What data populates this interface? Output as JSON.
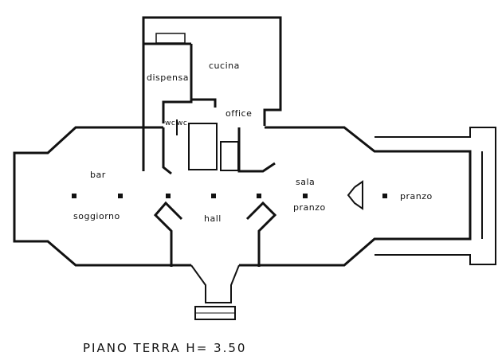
{
  "rooms": {
    "cucina": "cucina",
    "dispensa": "dispensa",
    "office": "office",
    "wc1": "wc",
    "wc2": "wc",
    "bar": "bar",
    "soggiorno": "soggiorno",
    "hall": "hall",
    "sala": "sala",
    "pranzo_sala": "pranzo",
    "pranzo": "pranzo"
  },
  "caption": "PIANO TERRA   H= 3.50"
}
